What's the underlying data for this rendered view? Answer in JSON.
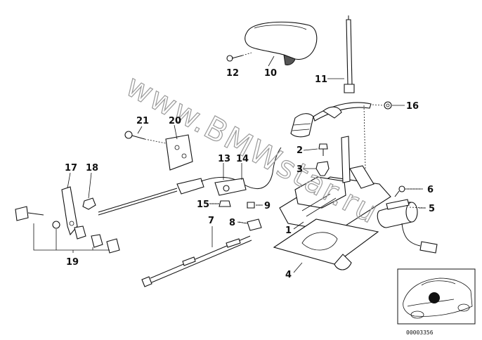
{
  "watermark": "www.BMWstar.ru",
  "catalog_number": "00003356",
  "callouts": [
    {
      "id": "c1",
      "text": "1"
    },
    {
      "id": "c2",
      "text": "2"
    },
    {
      "id": "c3",
      "text": "3"
    },
    {
      "id": "c4",
      "text": "4"
    },
    {
      "id": "c5",
      "text": "5"
    },
    {
      "id": "c6",
      "text": "6"
    },
    {
      "id": "c7",
      "text": "7"
    },
    {
      "id": "c8",
      "text": "8"
    },
    {
      "id": "c9",
      "text": "9"
    },
    {
      "id": "c10",
      "text": "10"
    },
    {
      "id": "c11",
      "text": "11"
    },
    {
      "id": "c12",
      "text": "12"
    },
    {
      "id": "c13",
      "text": "13"
    },
    {
      "id": "c14",
      "text": "14"
    },
    {
      "id": "c15",
      "text": "15"
    },
    {
      "id": "c16",
      "text": "16"
    },
    {
      "id": "c17",
      "text": "17"
    },
    {
      "id": "c18",
      "text": "18"
    },
    {
      "id": "c19",
      "text": "19"
    },
    {
      "id": "c20",
      "text": "20"
    },
    {
      "id": "c21",
      "text": "21"
    }
  ]
}
